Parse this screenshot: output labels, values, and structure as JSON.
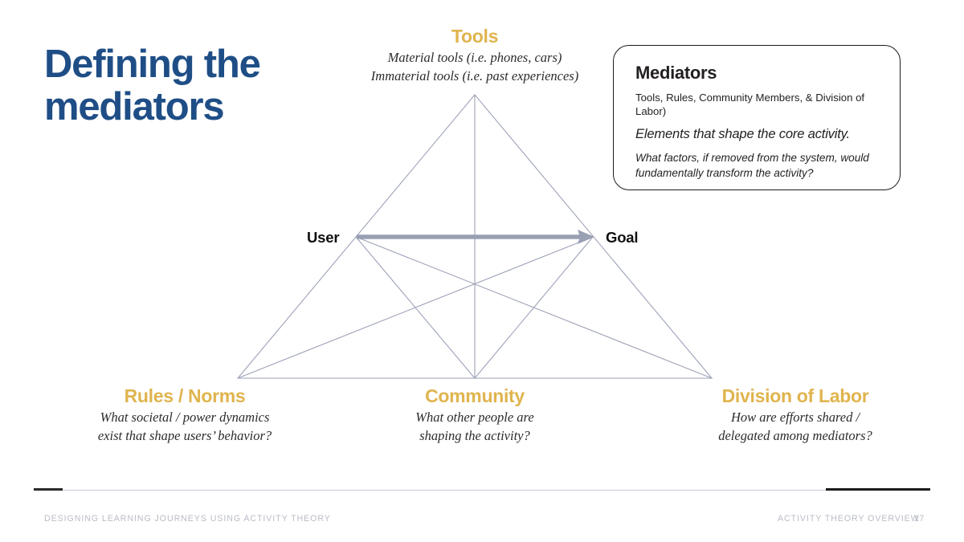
{
  "slide": {
    "title": "Defining the\nmediators",
    "title_color": "#1F4E86",
    "accent_gold": "#E0B44E",
    "line_color": "#9EA3B8"
  },
  "diagram": {
    "axis": {
      "user_label": "User",
      "goal_label": "Goal",
      "arrow_color": "#9AA0B4"
    },
    "nodes": [
      {
        "id": "tools",
        "title": "Tools",
        "description": "Material tools (i.e. phones, cars)\nImmaterial tools (i.e. past experiences)"
      },
      {
        "id": "rules",
        "title": "Rules / Norms",
        "description": "What societal / power dynamics\nexist that shape users’ behavior?"
      },
      {
        "id": "community",
        "title": "Community",
        "description": "What other people are\nshaping the activity?"
      },
      {
        "id": "division-of-labor",
        "title": "Division of Labor",
        "description": "How are efforts shared /\ndelegated among mediators?"
      }
    ]
  },
  "callout": {
    "title": "Mediators",
    "subtitle": "Tools, Rules, Community Members, & Division of Labor)",
    "emphasis": "Elements that shape the core activity.",
    "question": "What factors, if removed from the system, would\nfundamentally transform the activity?"
  },
  "footer": {
    "left_text": "Designing learning journeys using activity theory",
    "right_text": "Activity theory overview",
    "page_number": "17"
  }
}
